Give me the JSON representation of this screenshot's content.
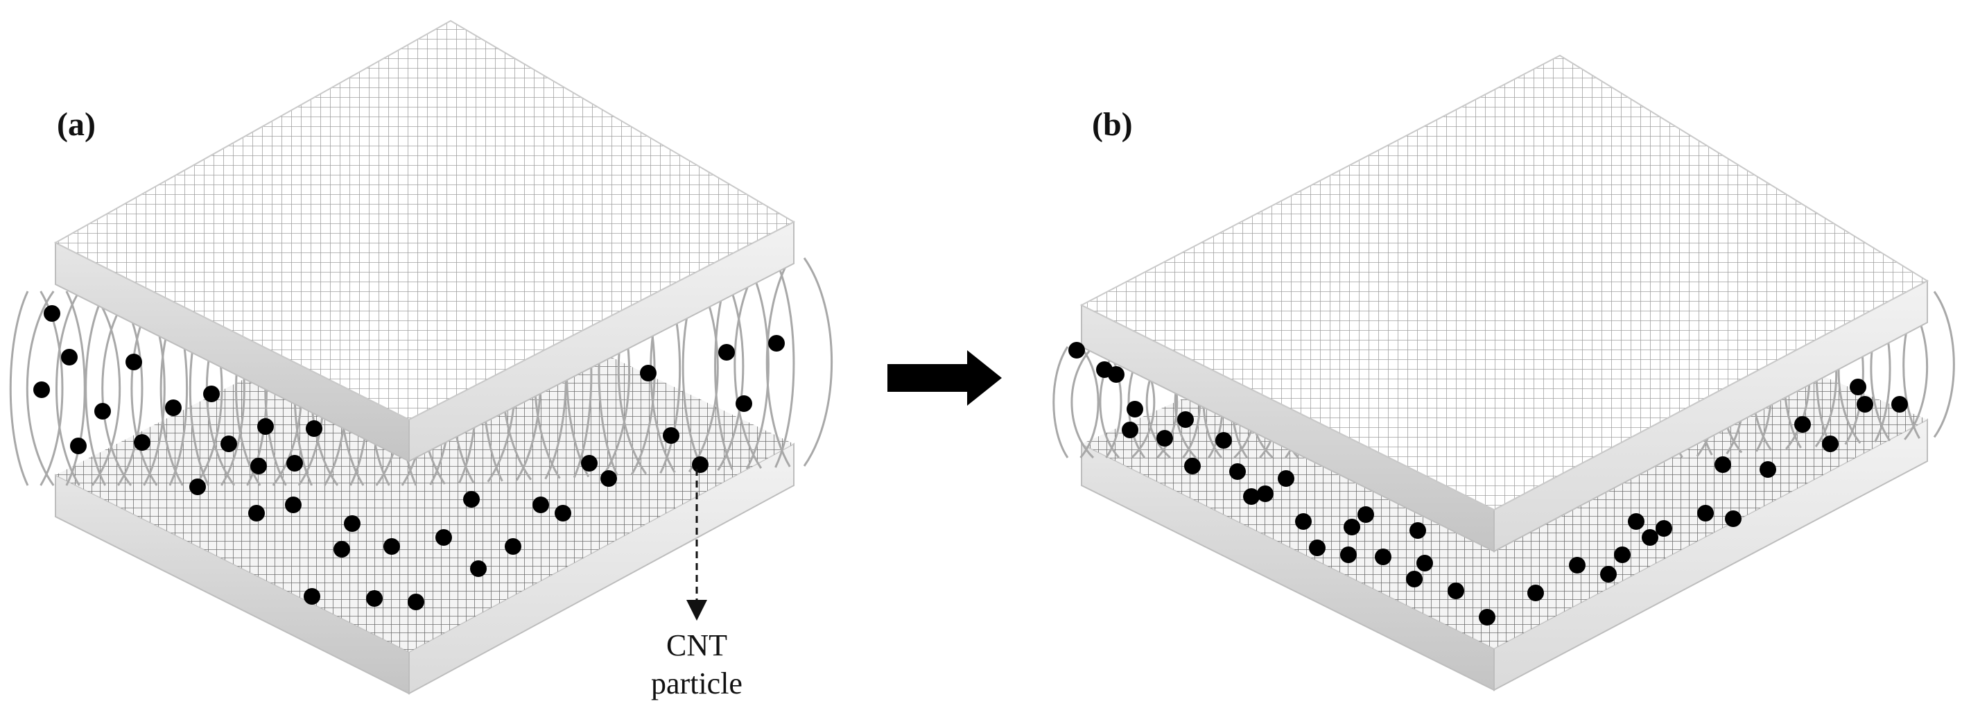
{
  "panels": [
    {
      "label": "(a)",
      "state": "separated",
      "particle_count": 37
    },
    {
      "label": "(b)",
      "state": "compressed",
      "particle_count": 40
    }
  ],
  "annotation": {
    "line1": "CNT",
    "line2": "particle"
  },
  "icons": [
    "right-arrow-icon"
  ],
  "colors": {
    "particle": "#000000",
    "mesh_line": "#9a9a9a",
    "plate_side": "#cfcfcf",
    "arc": "#aaaaaa"
  }
}
